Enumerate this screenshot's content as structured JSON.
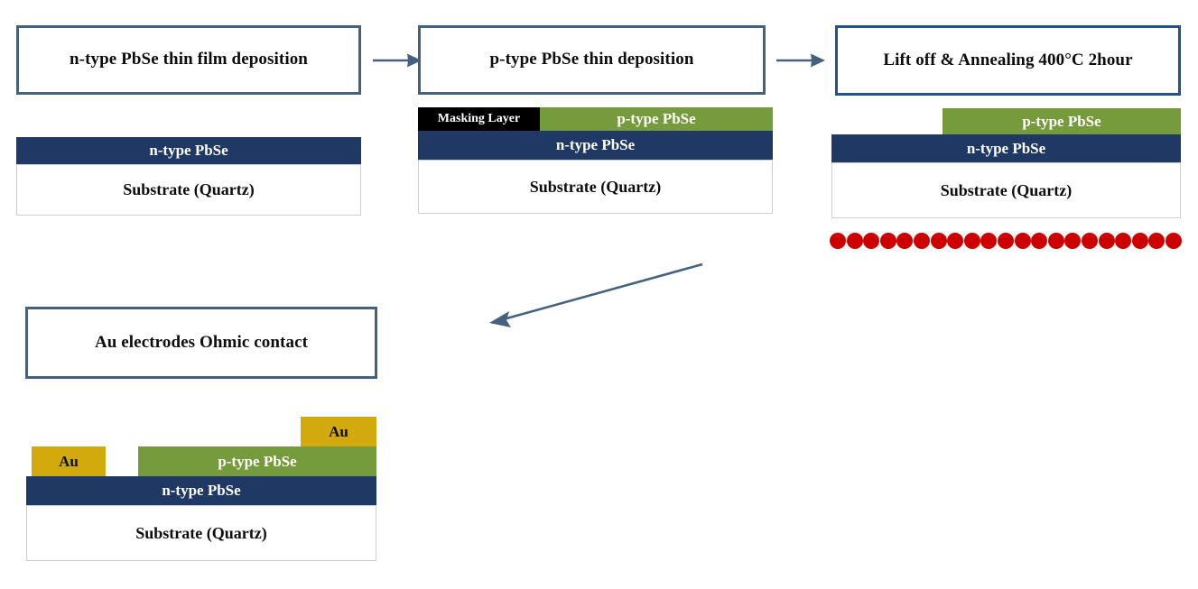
{
  "diagram": {
    "title": "PbSe p-n junction thin film device fabrication process flow",
    "colors": {
      "n_type": "#1f3864",
      "p_type": "#769b3c",
      "masking_layer": "#000000",
      "substrate": "#ffffff",
      "gold_electrode": "#d2aa0d",
      "anneal_dots": "#cc0000",
      "box_border_steel": "#44627f",
      "box_border_navy": "#27518c",
      "arrow": "#44627f"
    }
  },
  "steps": [
    {
      "id": "step-1",
      "label": "n-type PbSe thin film deposition",
      "border_style": "steel"
    },
    {
      "id": "step-2",
      "label": "p-type PbSe thin deposition",
      "border_style": "steel"
    },
    {
      "id": "step-3",
      "label": "Lift off & Annealing 400°C 2hour",
      "border_style": "navy"
    },
    {
      "id": "step-4",
      "label": "Au  electrodes Ohmic contact",
      "border_style": "steel"
    }
  ],
  "stacks": [
    {
      "id": "stack-1",
      "layers": [
        {
          "name": "n-type PbSe",
          "material": "n_type"
        },
        {
          "name": "Substrate (Quartz)",
          "material": "substrate"
        }
      ]
    },
    {
      "id": "stack-2",
      "layers": [
        {
          "name": "Masking Layer",
          "material": "masking_layer"
        },
        {
          "name": "p-type PbSe",
          "material": "p_type"
        },
        {
          "name": "n-type PbSe",
          "material": "n_type"
        },
        {
          "name": "Substrate (Quartz)",
          "material": "substrate"
        }
      ]
    },
    {
      "id": "stack-3",
      "layers": [
        {
          "name": "p-type PbSe",
          "material": "p_type"
        },
        {
          "name": "n-type PbSe",
          "material": "n_type"
        },
        {
          "name": "Substrate (Quartz)",
          "material": "substrate"
        }
      ],
      "anneal_dot_count": 21
    },
    {
      "id": "stack-4",
      "layers": [
        {
          "name": "Au",
          "material": "gold_electrode"
        },
        {
          "name": "Au",
          "material": "gold_electrode"
        },
        {
          "name": "p-type PbSe",
          "material": "p_type"
        },
        {
          "name": "n-type PbSe",
          "material": "n_type"
        },
        {
          "name": "Substrate (Quartz)",
          "material": "substrate"
        }
      ]
    }
  ],
  "labels": {
    "n_type": "n-type PbSe",
    "p_type": "p-type PbSe",
    "masking_layer": "Masking Layer",
    "substrate": "Substrate (Quartz)",
    "au_left": "Au",
    "au_right": "Au"
  },
  "arrows": [
    {
      "id": "arrow-1-2",
      "direction": "right"
    },
    {
      "id": "arrow-2-3",
      "direction": "right"
    },
    {
      "id": "arrow-3-4",
      "direction": "down-left"
    }
  ]
}
